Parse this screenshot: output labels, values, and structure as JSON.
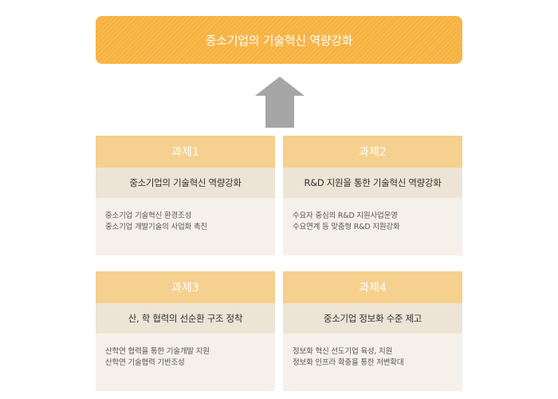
{
  "goal": {
    "label": "중소기업의 기술혁신 역량강화"
  },
  "colors": {
    "goal_fill": "#f7b23f",
    "arrow_fill": "#a6a6a6",
    "card_head": "#f5d08e",
    "card_sub": "#ede4d6",
    "card_body": "#f5f1ea"
  },
  "tasks": [
    {
      "title": "과제1",
      "subtitle": "중소기업의 기술혁신 역량강화",
      "items": [
        "중소기업 기술혁신 환경조성",
        "중소기업 개발기술의 사업화 촉진"
      ]
    },
    {
      "title": "과제2",
      "subtitle": "R&D 지원을 통한 기술혁신 역량강화",
      "items": [
        "수요자 중심의 R&D 지원사업운영",
        "수요연계 등 맞춤형 R&D 지원강화"
      ]
    },
    {
      "title": "과제3",
      "subtitle": "산, 학 협력의 선순환 구조 정착",
      "items": [
        "산학연 협력을 통한 기술개발 지원",
        "산학연 기술협력 기반조성"
      ]
    },
    {
      "title": "과제4",
      "subtitle": "중소기업 정보화 수준 제고",
      "items": [
        "정보화 혁신 선도기업 육성, 지원",
        "정보화 인프라 확충을 통한 저변확대"
      ]
    }
  ]
}
